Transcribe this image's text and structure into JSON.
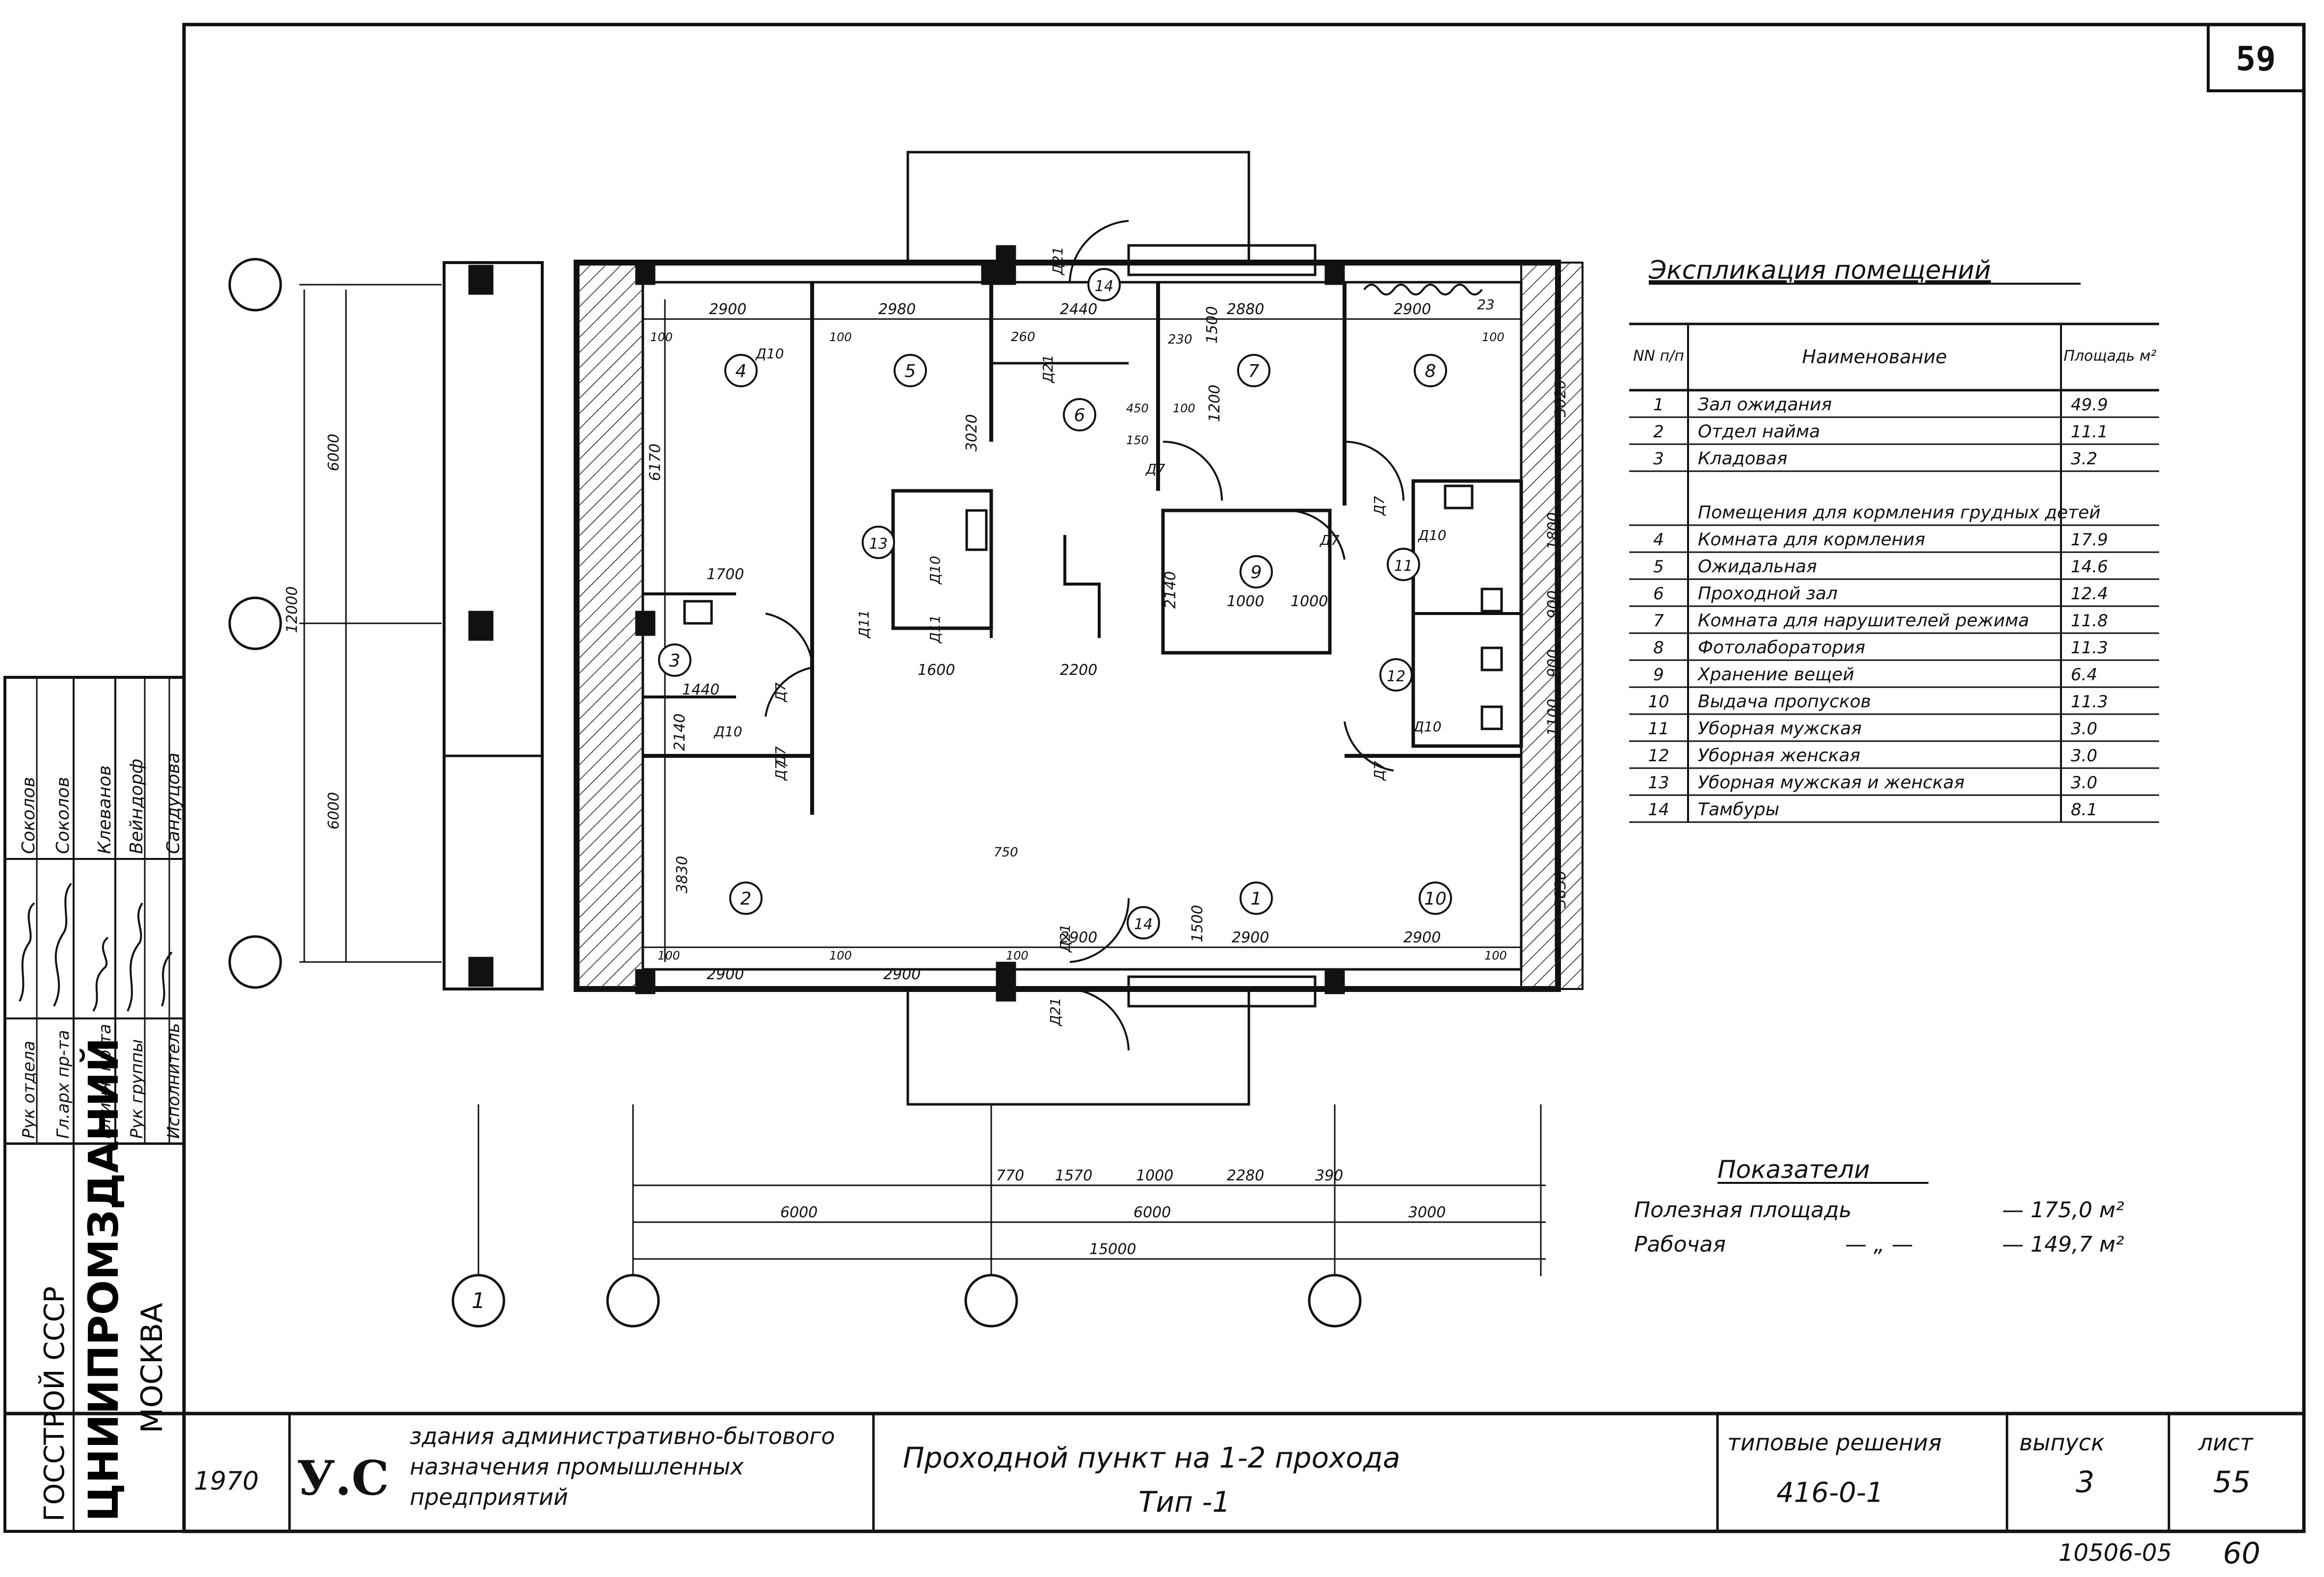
{
  "sheet_number": "59",
  "explication": {
    "title": "Экспликация помещений",
    "headers": [
      "NN п/п",
      "Наименование",
      "Площадь м²"
    ],
    "rows": [
      {
        "n": "1",
        "name": "Зал ожидания",
        "area": "49.9"
      },
      {
        "n": "2",
        "name": "Отдел найма",
        "area": "11.1"
      },
      {
        "n": "3",
        "name": "Кладовая",
        "area": "3.2"
      },
      {
        "n": "",
        "name": "Помещения для кормления грудных детей",
        "area": ""
      },
      {
        "n": "4",
        "name": "Комната для кормления",
        "area": "17.9"
      },
      {
        "n": "5",
        "name": "Ожидальная",
        "area": "14.6"
      },
      {
        "n": "6",
        "name": "Проходной зал",
        "area": "12.4"
      },
      {
        "n": "7",
        "name": "Комната для нарушителей режима",
        "area": "11.8"
      },
      {
        "n": "8",
        "name": "Фотолаборатория",
        "area": "11.3"
      },
      {
        "n": "9",
        "name": "Хранение вещей",
        "area": "6.4"
      },
      {
        "n": "10",
        "name": "Выдача пропусков",
        "area": "11.3"
      },
      {
        "n": "11",
        "name": "Уборная мужская",
        "area": "3.0"
      },
      {
        "n": "12",
        "name": "Уборная женская",
        "area": "3.0"
      },
      {
        "n": "13",
        "name": "Уборная мужская и женская",
        "area": "3.0"
      },
      {
        "n": "14",
        "name": "Тамбуры",
        "area": "8.1"
      }
    ]
  },
  "indicators": {
    "title": "Показатели",
    "useful_label": "Полезная площадь",
    "useful_value": "— 175,0 м²",
    "work_label": "Рабочая",
    "work_ditto": "— „ —",
    "work_value": "— 149,7 м²"
  },
  "stamp": {
    "org1": "ГОССТРОЙ СССР",
    "org2": "ЦНИИПРОМЗДАНИЙ",
    "org3": "МОСКВА",
    "roles": [
      "Рук отдела",
      "Гл.арх пр-та",
      "Гл.инж пр-та",
      "Рук группы",
      "Исполнитель"
    ],
    "names": [
      "Соколов",
      "Соколов",
      "Клеванов",
      "Вейндорф",
      "Сандуцова"
    ],
    "year": "1970",
    "logo": "У.С",
    "org_title": "здания административно-бытового назначения промышленных предприятий",
    "drawing_title": "Проходной пункт на 1-2 прохода",
    "drawing_type": "Тип -1",
    "series_label": "типовые решения",
    "series_value": "416-0-1",
    "issue_label": "выпуск",
    "issue_value": "3",
    "sheet_label": "лист",
    "sheet_value": "55",
    "archive": "10506-05",
    "archive_page": "60"
  },
  "plan": {
    "axes_rows": [
      "",
      "",
      ""
    ],
    "axes_cols": [
      "1",
      "",
      "",
      ""
    ],
    "rooms": [
      "1",
      "2",
      "3",
      "4",
      "5",
      "6",
      "7",
      "8",
      "9",
      "10",
      "11",
      "12",
      "13",
      "14",
      "14"
    ],
    "dims_top": [
      "2900",
      "2980",
      "2440",
      "2880",
      "2900",
      "100",
      "100",
      "100",
      "100",
      "260",
      "230"
    ],
    "dims_bottom": [
      "2900",
      "2900",
      "2900",
      "2900",
      "2900",
      "100",
      "100",
      "100",
      "100"
    ],
    "dims_left": [
      "6000",
      "6000",
      "12000",
      "6170",
      "3830"
    ],
    "dims_right": [
      "3020",
      "3830",
      "1800",
      "900",
      "900",
      "1100"
    ],
    "dims_lower_chain": [
      "770",
      "1570",
      "1000",
      "2280",
      "390"
    ],
    "dims_lower_axes": [
      "6000",
      "6000",
      "3000"
    ],
    "dims_total": "15000",
    "dims_inner": [
      "1700",
      "1440",
      "2140",
      "1000",
      "1000",
      "1600",
      "2200",
      "2140",
      "3020",
      "1500",
      "1200",
      "1500",
      "150",
      "450",
      "750"
    ],
    "doors": [
      "Д7",
      "Д7",
      "Д7",
      "Д7",
      "Д7",
      "Д7",
      "Д7",
      "Д10",
      "Д10",
      "Д10",
      "Д10",
      "Д10",
      "Д11",
      "Д11",
      "Д21",
      "Д21",
      "Д21",
      "Д21"
    ],
    "label_23": "23"
  }
}
